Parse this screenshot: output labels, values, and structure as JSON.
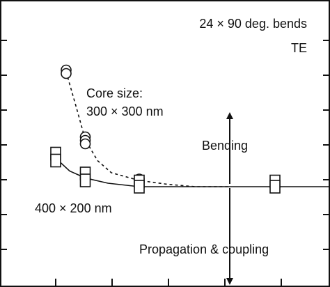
{
  "chart_data": {
    "type": "line",
    "title": "",
    "xlabel": "",
    "ylabel": "",
    "grid": false,
    "annotations": {
      "bends": "24 × 90 deg. bends",
      "mode": "TE",
      "core_size_label": "Core size:",
      "core_size_value": "300 × 300 nm",
      "rect_size": "400 × 200 nm",
      "bending": "Bending",
      "propagation": "Propagation & coupling"
    },
    "series": [
      {
        "name": "300 × 300 nm",
        "marker": "circle",
        "line_style": "dashed",
        "points": [
          {
            "x": 0.3,
            "y": 6.15
          },
          {
            "x": 0.3,
            "y": 6.05
          },
          {
            "x": 0.85,
            "y": 4.23
          },
          {
            "x": 0.85,
            "y": 4.13
          },
          {
            "x": 0.85,
            "y": 4.03
          },
          {
            "x": 2.4,
            "y": 3.02
          },
          {
            "x": 2.4,
            "y": 2.93
          }
        ],
        "fit_curve": [
          [
            0.3,
            6.1
          ],
          [
            0.6,
            5.05
          ],
          [
            0.85,
            4.15
          ],
          [
            1.2,
            3.55
          ],
          [
            1.6,
            3.2
          ],
          [
            2.4,
            2.98
          ],
          [
            3.2,
            2.87
          ],
          [
            4.0,
            2.8
          ],
          [
            5.0,
            2.8
          ]
        ]
      },
      {
        "name": "400 × 200 nm",
        "marker": "square",
        "line_style": "solid",
        "points": [
          {
            "x": 0.0,
            "y": 3.75
          },
          {
            "x": 0.0,
            "y": 3.55
          },
          {
            "x": 0.85,
            "y": 3.18
          },
          {
            "x": 0.85,
            "y": 2.98
          },
          {
            "x": 2.4,
            "y": 2.95
          },
          {
            "x": 2.4,
            "y": 2.8
          },
          {
            "x": 6.3,
            "y": 2.95
          },
          {
            "x": 6.3,
            "y": 2.8
          }
        ],
        "fit_curve": [
          [
            0.0,
            3.62
          ],
          [
            0.4,
            3.25
          ],
          [
            0.85,
            3.05
          ],
          [
            1.5,
            2.9
          ],
          [
            2.4,
            2.8
          ],
          [
            4.0,
            2.8
          ],
          [
            8.0,
            2.8
          ]
        ]
      }
    ]
  }
}
